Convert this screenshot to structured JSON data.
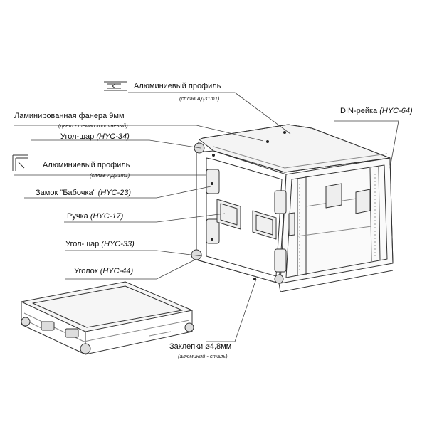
{
  "labels": {
    "al_profile_1": {
      "name": "Алюминиевый профиль",
      "sub": "(сплав АД31т1)"
    },
    "plywood": {
      "name": "Ламинированная фанера 9мм",
      "sub": "(цвет - темно коричневый)"
    },
    "corner_ball_34": {
      "name": "Угол-шар",
      "code": "(HYC-34)"
    },
    "al_profile_2": {
      "name": "Алюминиевый профиль",
      "sub": "(сплав АД31т1)"
    },
    "butterfly_lock": {
      "name": "Замок \"Бабочка\"",
      "code": "(HYC-23)"
    },
    "handle": {
      "name": "Ручка",
      "code": "(HYC-17)"
    },
    "corner_ball_33": {
      "name": "Угол-шар",
      "code": "(HYC-33)"
    },
    "corner_44": {
      "name": "Уголок",
      "code": "(HYC-44)"
    },
    "din_rail": {
      "name": "DIN-рейка",
      "code": "(HYC-64)"
    },
    "rivets": {
      "name": "Заклепки ⌀4,8мм",
      "sub": "(алюминий - сталь)"
    }
  },
  "colors": {
    "line": "#333333",
    "fill": "#f4f4f4",
    "shade": "#dcdcdc"
  },
  "icons": [
    "aluminium-profile-icon",
    "corner-profile-icon"
  ]
}
